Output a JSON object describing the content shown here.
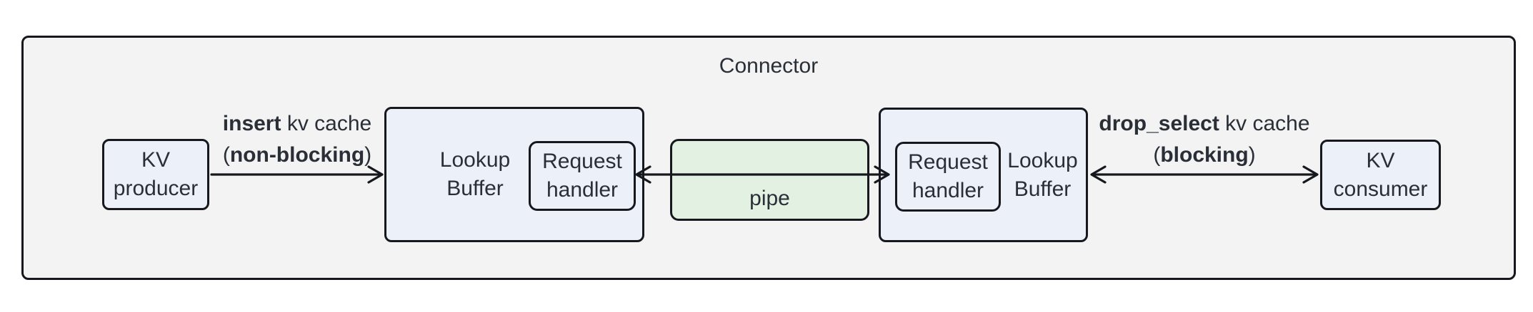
{
  "colors": {
    "page_bg": "#ffffff",
    "connector_bg": "#f2f3f2",
    "node_bg": "#ecf0f9",
    "pipe_bg": "#e3f1e3",
    "stroke": "#16181d",
    "text": "#2a2f37"
  },
  "connector": {
    "title": "Connector",
    "kv_producer": {
      "line1": "KV",
      "line2": "producer"
    },
    "insert_edge": {
      "verb": "insert",
      "object": " kv cache",
      "open_paren": "(",
      "mode": "non-blocking",
      "close_paren": ")"
    },
    "lookup_buffer_left": {
      "line1": "Lookup",
      "line2": "Buffer",
      "request_handler": {
        "line1": "Request",
        "line2": "handler"
      }
    },
    "pipe": {
      "label": "pipe"
    },
    "lookup_buffer_right": {
      "line1": "Lookup",
      "line2": "Buffer",
      "request_handler": {
        "line1": "Request",
        "line2": "handler"
      }
    },
    "drop_select_edge": {
      "verb": "drop_select",
      "object": " kv cache",
      "open_paren": "(",
      "mode": "blocking",
      "close_paren": ")"
    },
    "kv_consumer": {
      "line1": "KV",
      "line2": "consumer"
    }
  }
}
